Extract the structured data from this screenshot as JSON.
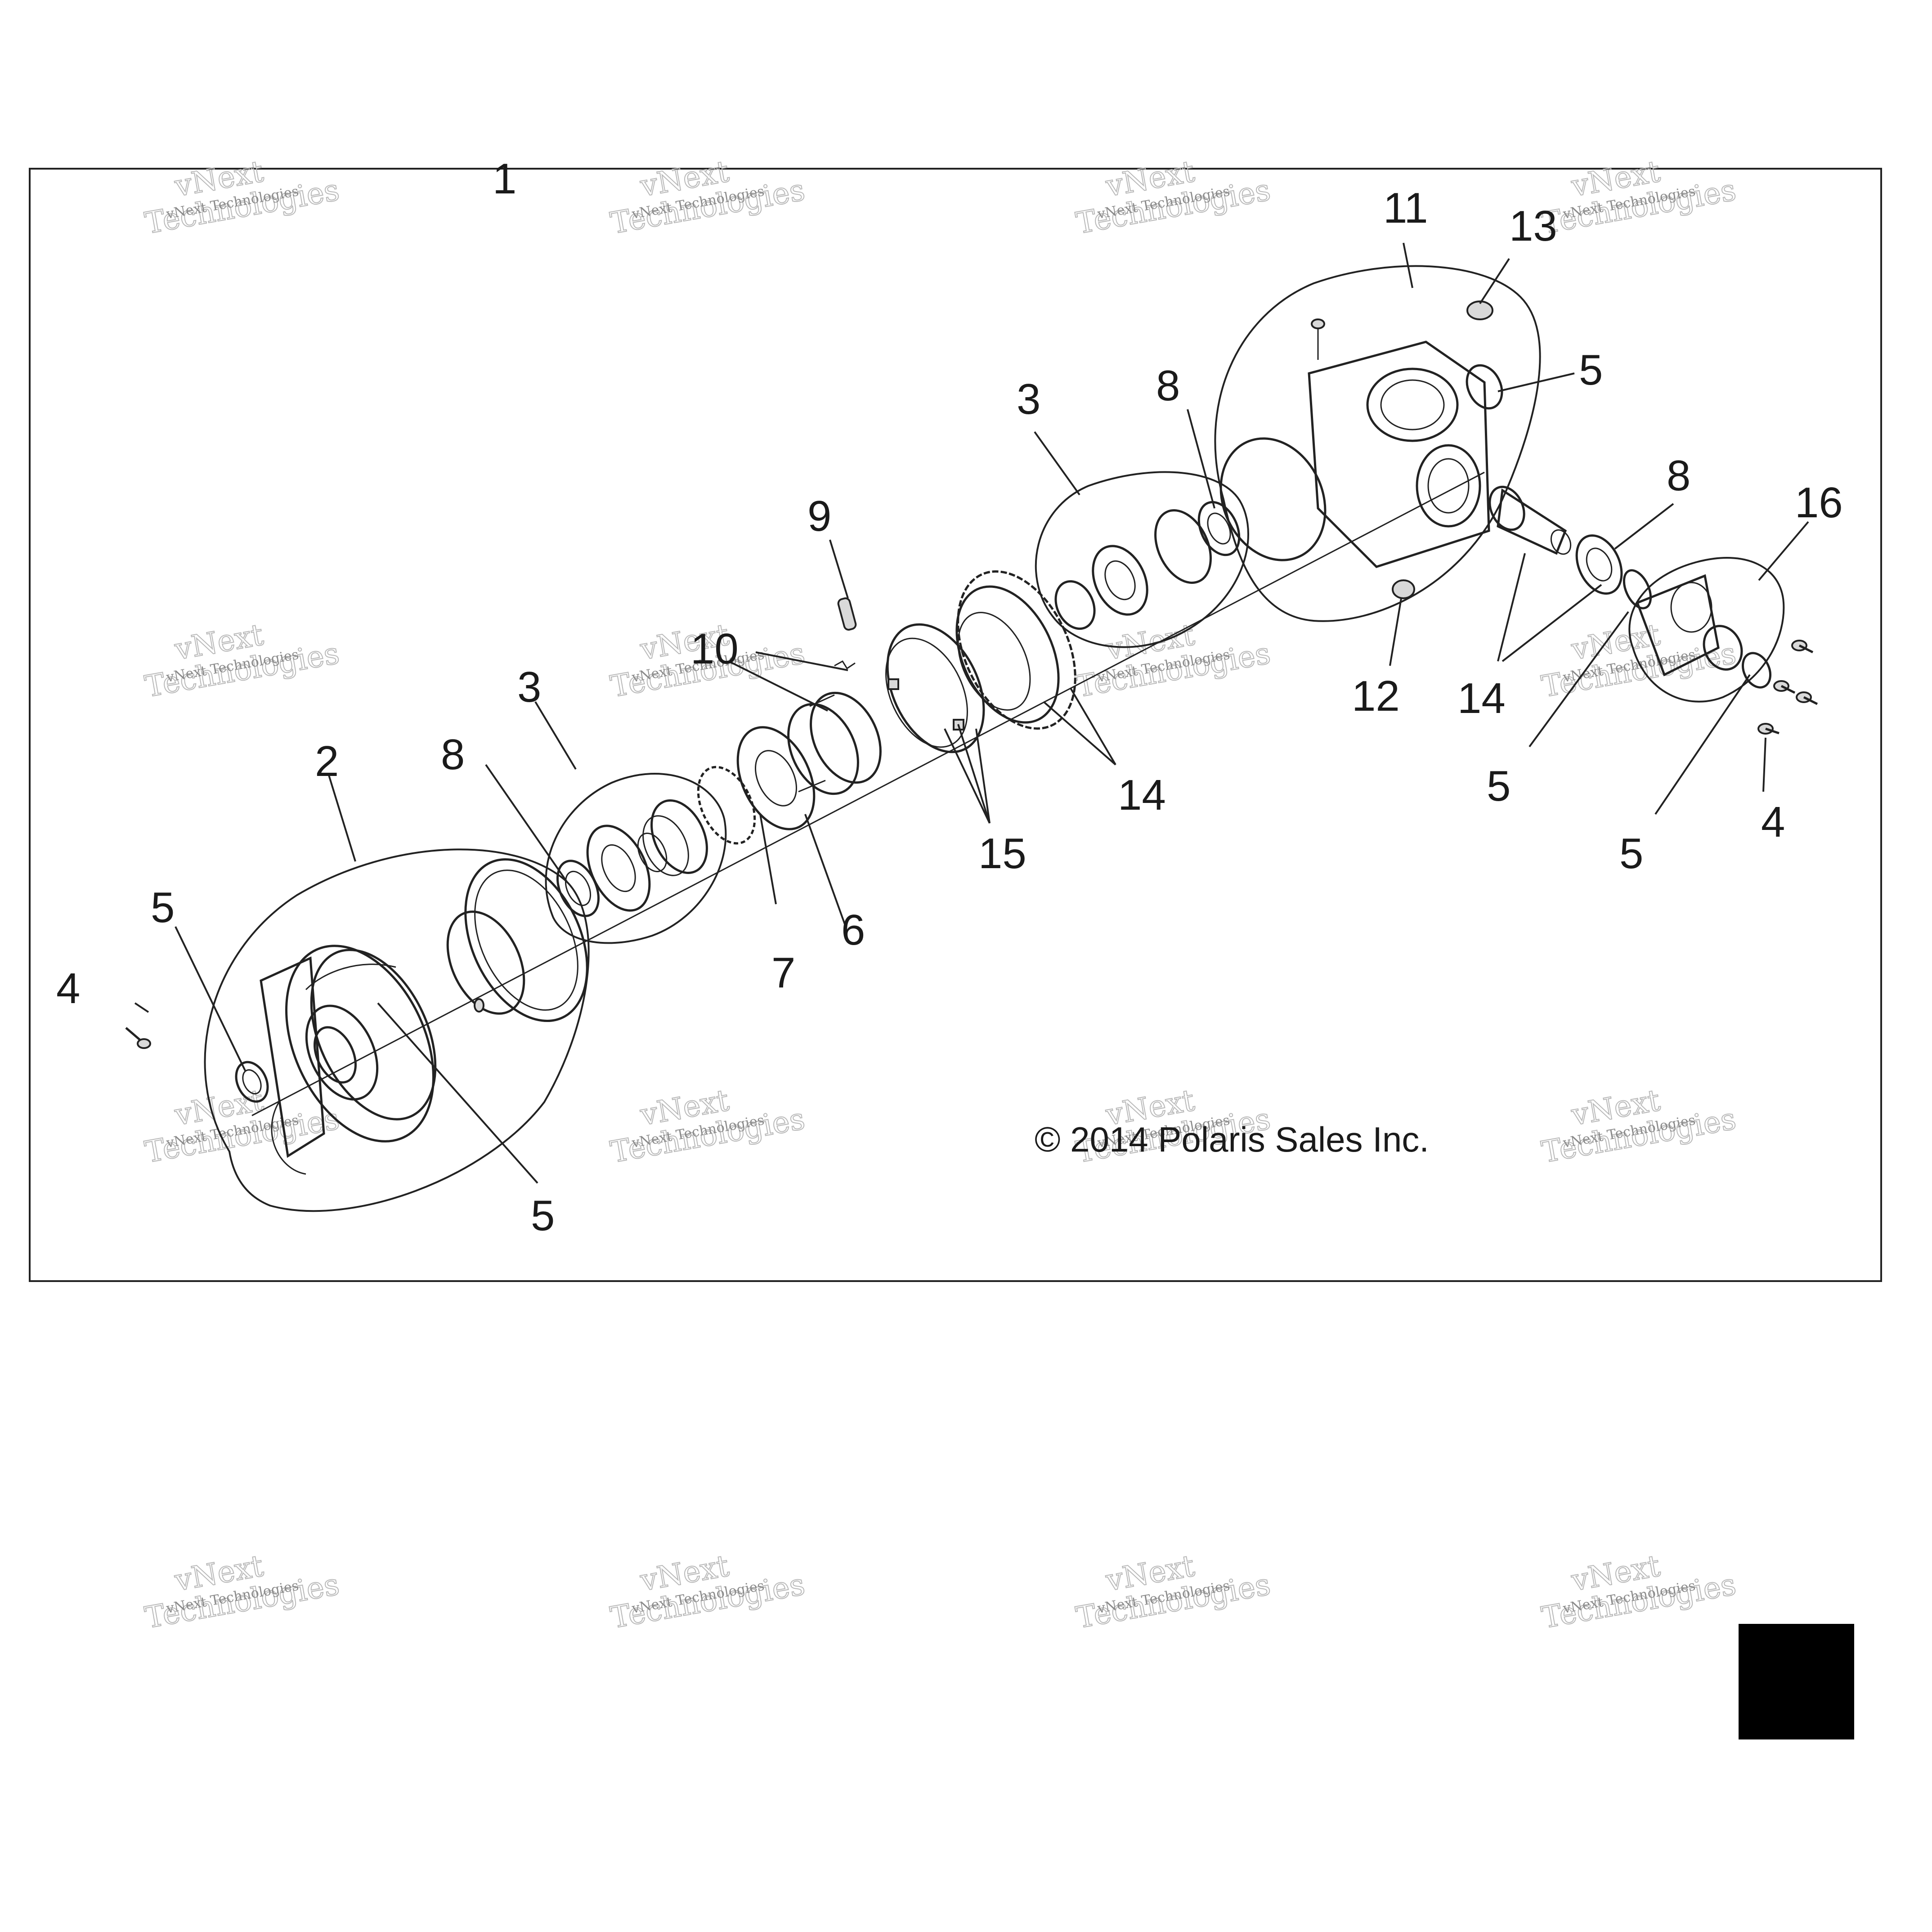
{
  "diagram": {
    "callouts": [
      {
        "id": "c1",
        "text": "1"
      },
      {
        "id": "c2",
        "text": "2"
      },
      {
        "id": "c3a",
        "text": "3"
      },
      {
        "id": "c3b",
        "text": "3"
      },
      {
        "id": "c4a",
        "text": "4"
      },
      {
        "id": "c4b",
        "text": "4"
      },
      {
        "id": "c5a",
        "text": "5"
      },
      {
        "id": "c5b",
        "text": "5"
      },
      {
        "id": "c5c",
        "text": "5"
      },
      {
        "id": "c5d",
        "text": "5"
      },
      {
        "id": "c5e",
        "text": "5"
      },
      {
        "id": "c6",
        "text": "6"
      },
      {
        "id": "c7",
        "text": "7"
      },
      {
        "id": "c8a",
        "text": "8"
      },
      {
        "id": "c8b",
        "text": "8"
      },
      {
        "id": "c8c",
        "text": "8"
      },
      {
        "id": "c9",
        "text": "9"
      },
      {
        "id": "c10",
        "text": "10"
      },
      {
        "id": "c11",
        "text": "11"
      },
      {
        "id": "c12",
        "text": "12"
      },
      {
        "id": "c13",
        "text": "13"
      },
      {
        "id": "c14a",
        "text": "14"
      },
      {
        "id": "c14b",
        "text": "14"
      },
      {
        "id": "c15",
        "text": "15"
      },
      {
        "id": "c16",
        "text": "16"
      }
    ],
    "copyright": "© 2014 Polaris Sales Inc.",
    "watermark": {
      "small": "vNext Technologies",
      "large_line1": "vNext",
      "large_line2": "Technologies"
    }
  }
}
